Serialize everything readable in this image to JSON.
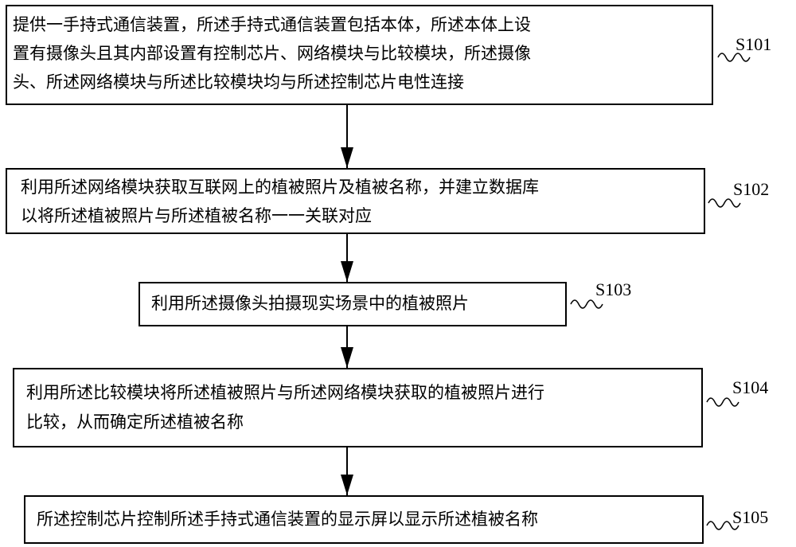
{
  "steps": [
    {
      "label": "S101",
      "lines": [
        "提供一手持式通信装置，所述手持式通信装置包括本体，所述本体上设",
        "置有摄像头且其内部设置有控制芯片、网络模块与比较模块，所述摄像",
        "头、所述网络模块与所述比较模块均与所述控制芯片电性连接"
      ]
    },
    {
      "label": "S102",
      "lines": [
        "利用所述网络模块获取互联网上的植被照片及植被名称，并建立数据库",
        "以将所述植被照片与所述植被名称一一关联对应"
      ]
    },
    {
      "label": "S103",
      "lines": [
        "利用所述摄像头拍摄现实场景中的植被照片"
      ]
    },
    {
      "label": "S104",
      "lines": [
        "利用所述比较模块将所述植被照片与所述网络模块获取的植被照片进行",
        "比较，从而确定所述植被名称"
      ]
    },
    {
      "label": "S105",
      "lines": [
        "所述控制芯片控制所述手持式通信装置的显示屏以显示所述植被名称"
      ]
    }
  ]
}
